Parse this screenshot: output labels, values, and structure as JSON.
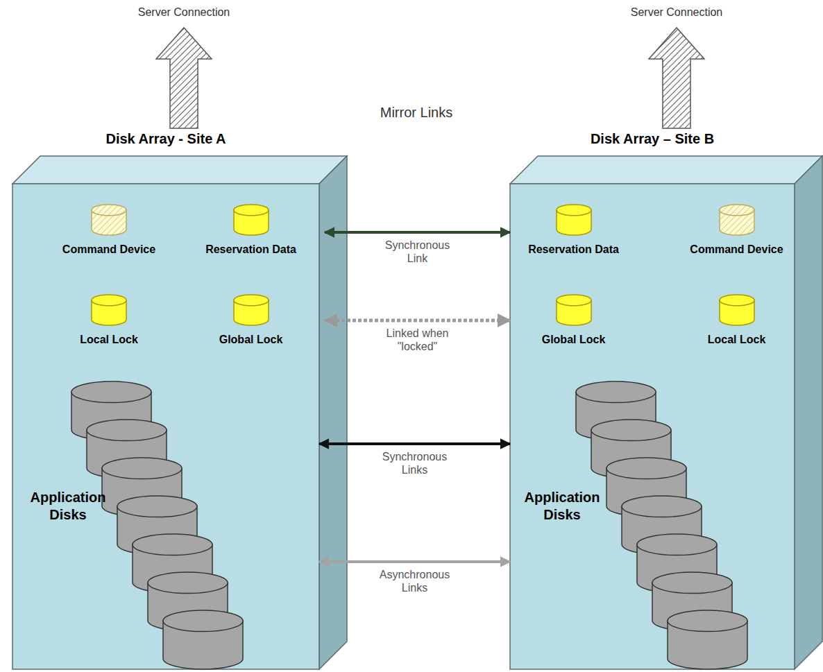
{
  "diagram": {
    "nodes": [
      {
        "text": [
          "Disk Array - Site A"
        ]
      },
      {
        "text": [
          "Command Device"
        ],
        "in": 0
      },
      {
        "text": [
          "Reservation Data"
        ],
        "in": 0
      },
      {
        "text": [
          "Local Lock"
        ],
        "in": 0
      },
      {
        "text": [
          "Global Lock"
        ],
        "in": 0
      },
      {
        "text": [
          "Application Disks"
        ],
        "in": 0
      },
      {
        "text": [
          "Disk Array – Site B"
        ]
      },
      {
        "text": [
          "Reservation Data"
        ],
        "in": 6
      },
      {
        "text": [
          "Command Device"
        ],
        "in": 6
      },
      {
        "text": [
          "Global Lock"
        ],
        "in": 6
      },
      {
        "text": [
          "Local Lock"
        ],
        "in": 6
      },
      {
        "text": [
          "Application Disks"
        ],
        "in": 6
      }
    ],
    "edges": [
      {
        "from": 2,
        "to": 7,
        "arrow": "both",
        "label": "Synchronous Link"
      },
      {
        "from": 4,
        "to": 9,
        "arrow": "both",
        "label": "Linked when \"locked\""
      },
      {
        "from": 5,
        "to": 11,
        "arrow": "both",
        "label": "Synchronous Links"
      },
      {
        "from": 5,
        "to": 11,
        "arrow": "both",
        "label": "Asynchronous Links"
      }
    ],
    "labels": [
      "Server Connection",
      "Server Connection",
      "Mirror Links"
    ]
  }
}
